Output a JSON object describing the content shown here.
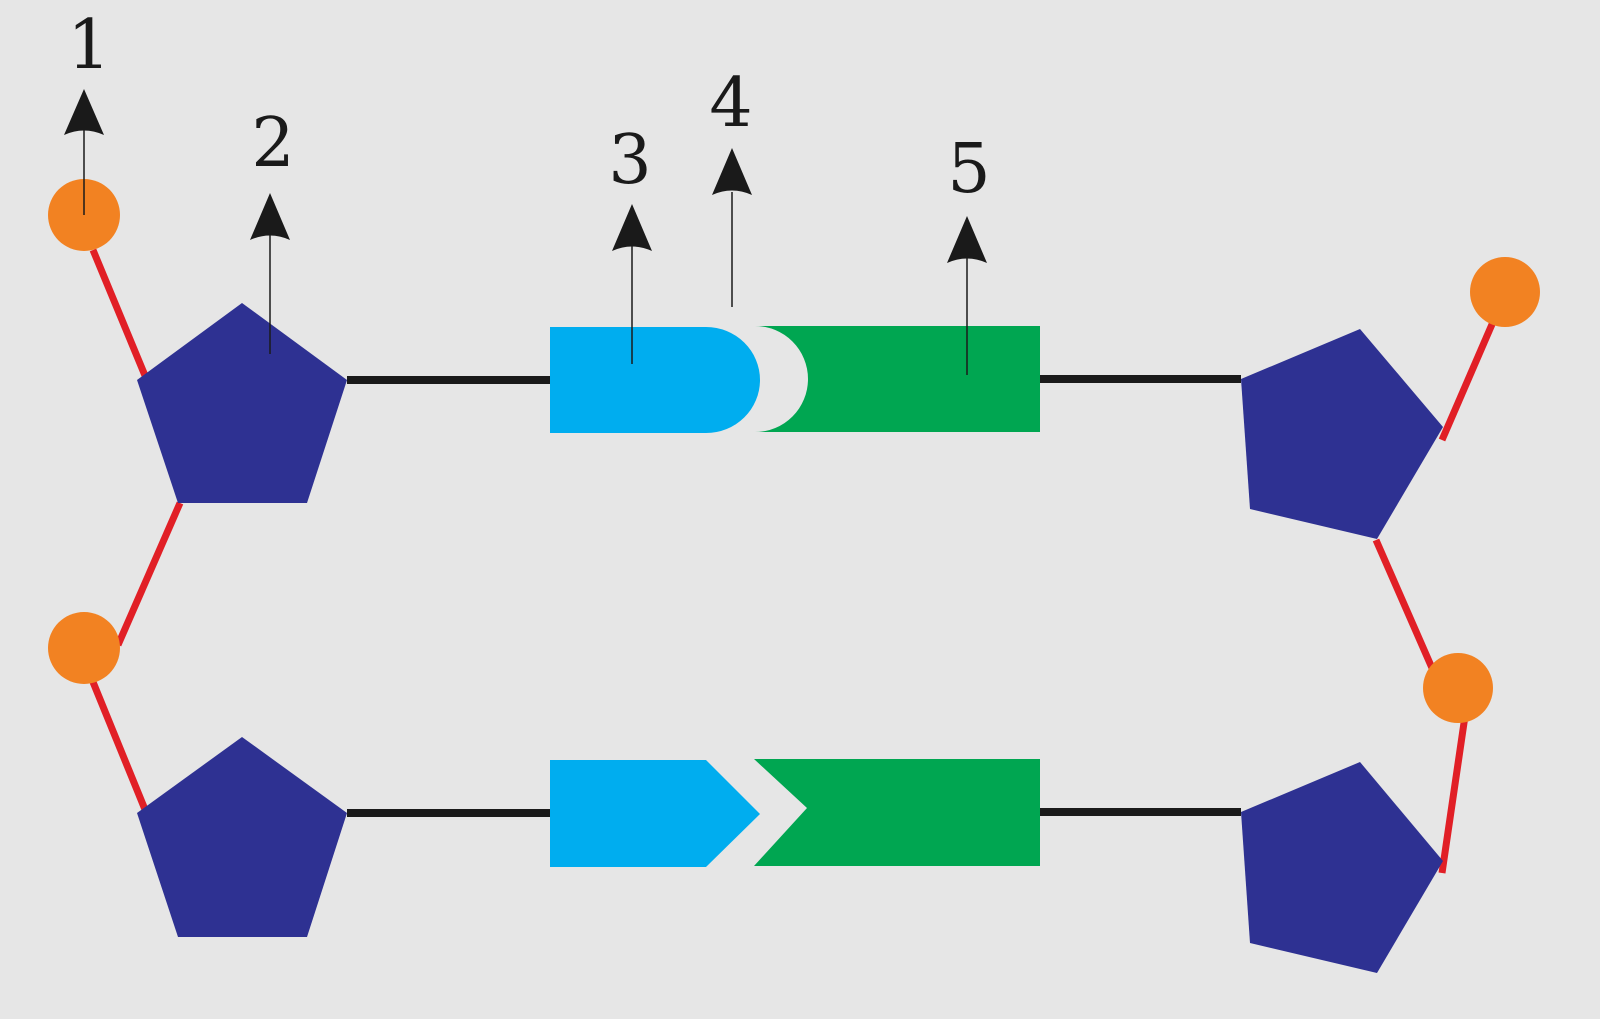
{
  "diagram": {
    "labels": [
      "1",
      "2",
      "3",
      "4",
      "5"
    ],
    "colors": {
      "background": "#e6e6e6",
      "phosphate": "#f28222",
      "sugar": "#2e3192",
      "backbone_bond": "#e11f26",
      "base_left": "#00adef",
      "base_right": "#00a651",
      "connector": "#1a1a1a"
    }
  }
}
